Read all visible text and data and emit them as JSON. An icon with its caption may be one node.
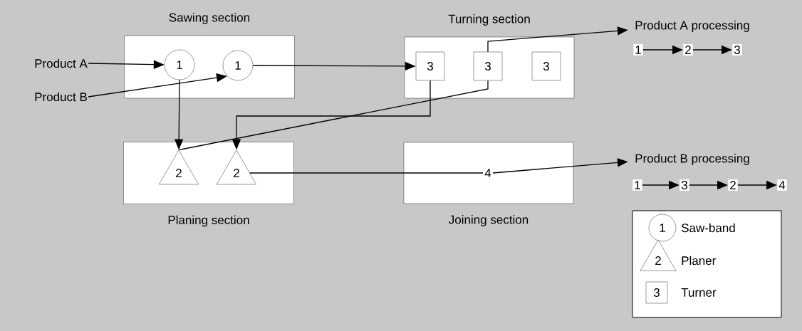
{
  "diagram": {
    "nodes": [
      {
        "text": [
          "Sawing section"
        ]
      },
      {
        "text": [
          "1"
        ],
        "in": 0
      },
      {
        "text": [
          "1"
        ],
        "in": 0
      },
      {
        "text": [
          "Planing section"
        ]
      },
      {
        "text": [
          "2"
        ],
        "in": 3
      },
      {
        "text": [
          "2"
        ],
        "in": 3
      },
      {
        "text": [
          "Turning section"
        ]
      },
      {
        "text": [
          "3"
        ],
        "in": 6
      },
      {
        "text": [
          "3"
        ],
        "in": 6
      },
      {
        "text": [
          "3"
        ],
        "in": 6
      },
      {
        "text": [
          "Joining section"
        ]
      },
      {
        "text": [
          "4"
        ],
        "in": 10
      },
      {
        "text": [
          "Product A"
        ]
      },
      {
        "text": [
          "Product B"
        ]
      },
      {
        "text": [
          "Product A processing"
        ]
      },
      {
        "text": [
          "Product B processing"
        ]
      },
      {
        "text": [
          "1"
        ]
      },
      {
        "text": [
          "2"
        ]
      },
      {
        "text": [
          "3"
        ]
      },
      {
        "text": [
          "1"
        ]
      },
      {
        "text": [
          "3"
        ]
      },
      {
        "text": [
          "2"
        ]
      },
      {
        "text": [
          "4"
        ]
      }
    ],
    "edges": [
      {
        "from": 12,
        "to": 1,
        "arrow": "to"
      },
      {
        "from": 13,
        "to": 2,
        "arrow": "to"
      },
      {
        "from": 1,
        "to": 4,
        "arrow": "to"
      },
      {
        "from": 2,
        "to": 7,
        "arrow": "to"
      },
      {
        "from": 7,
        "to": 5,
        "arrow": "to"
      },
      {
        "from": 4,
        "to": 8,
        "arrow": "none"
      },
      {
        "from": 8,
        "to": 14,
        "arrow": "to"
      },
      {
        "from": 5,
        "to": 11,
        "arrow": "none"
      },
      {
        "from": 11,
        "to": 15,
        "arrow": "to"
      },
      {
        "from": 16,
        "to": 17,
        "arrow": "to"
      },
      {
        "from": 17,
        "to": 18,
        "arrow": "to"
      },
      {
        "from": 19,
        "to": 20,
        "arrow": "to"
      },
      {
        "from": 20,
        "to": 21,
        "arrow": "to"
      },
      {
        "from": 21,
        "to": 22,
        "arrow": "to"
      }
    ],
    "labels": [
      "1",
      "2",
      "3"
    ],
    "legend": [
      {
        "text": "Saw-band"
      },
      {
        "text": "Planer"
      },
      {
        "text": "Turner"
      }
    ]
  }
}
